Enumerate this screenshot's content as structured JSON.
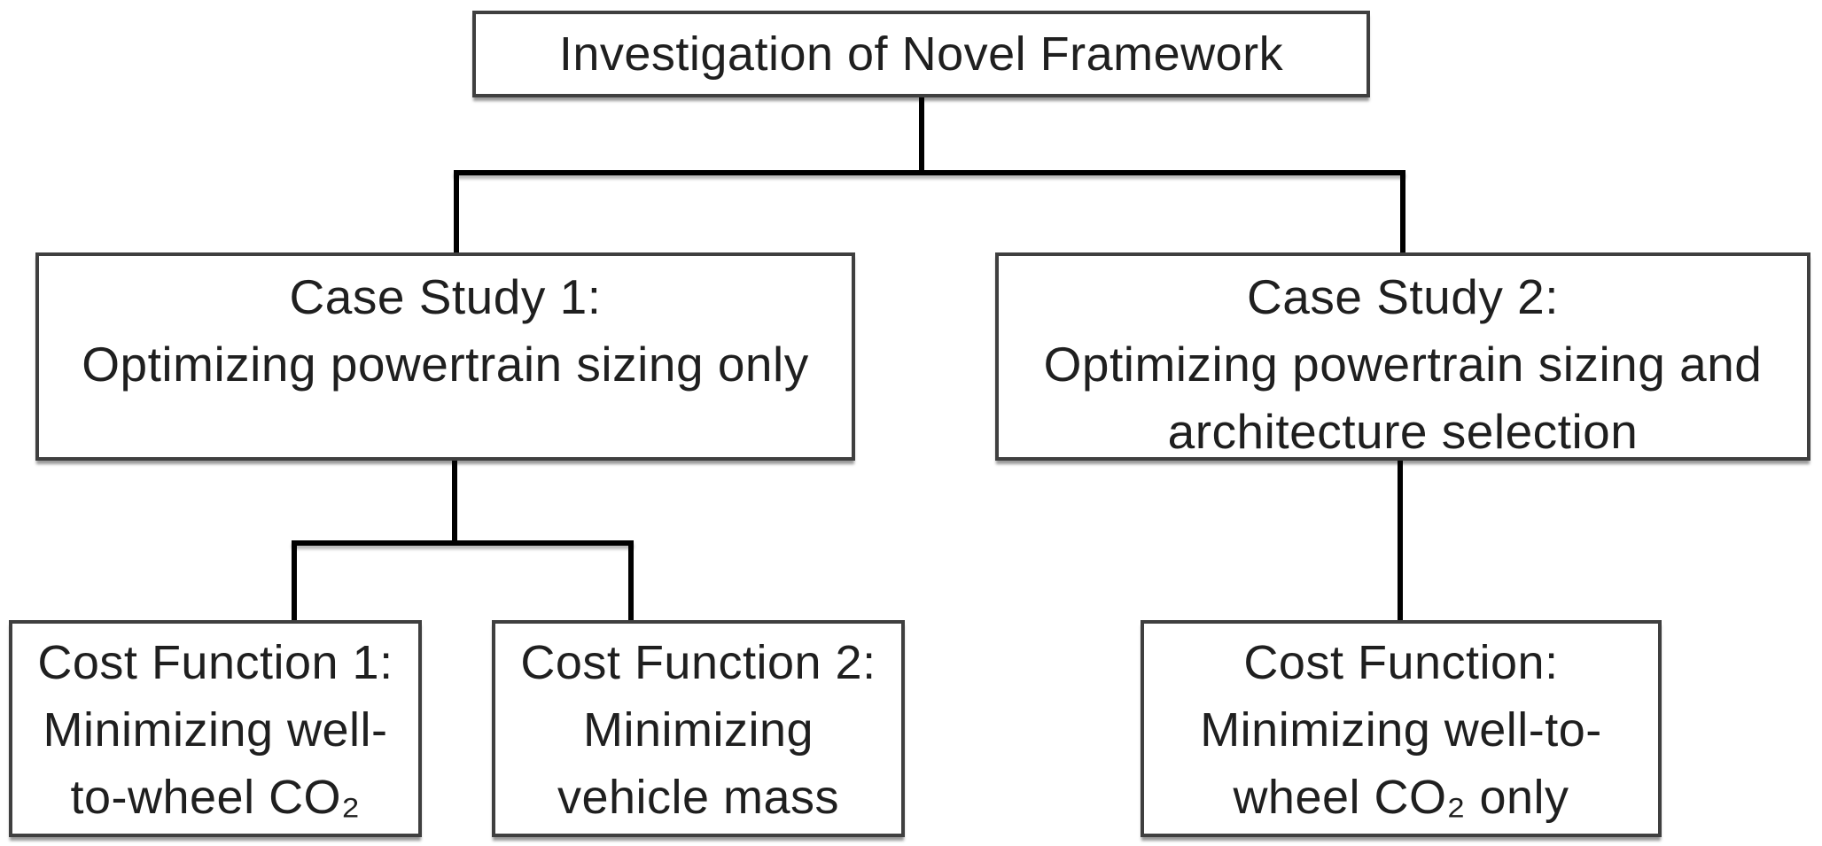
{
  "diagram_title": "Investigation of Novel Framework",
  "nodes": {
    "root": {
      "lines": [
        "Investigation of Novel Framework"
      ]
    },
    "case_study_1": {
      "lines": [
        "Case Study 1:",
        "Optimizing powertrain sizing only"
      ]
    },
    "case_study_2": {
      "lines": [
        "Case Study 2:",
        "Optimizing powertrain sizing and",
        "architecture selection"
      ]
    },
    "cost_function_1": {
      "lines": [
        "Cost Function 1:",
        "Minimizing well-",
        "to-wheel CO₂"
      ]
    },
    "cost_function_2": {
      "lines": [
        "Cost Function 2:",
        "Minimizing",
        "vehicle mass"
      ]
    },
    "cost_function_3": {
      "lines": [
        "Cost Function:",
        "Minimizing well-to-",
        "wheel CO₂ only"
      ]
    }
  },
  "edges": [
    {
      "from": "root",
      "to": "case_study_1"
    },
    {
      "from": "root",
      "to": "case_study_2"
    },
    {
      "from": "case_study_1",
      "to": "cost_function_1"
    },
    {
      "from": "case_study_1",
      "to": "cost_function_2"
    },
    {
      "from": "case_study_2",
      "to": "cost_function_3"
    }
  ],
  "colors": {
    "background": "#ffffff",
    "box_fill": "#ffffff",
    "box_border": "#3f3f3f",
    "text": "#1f1f1f",
    "connector": "#000000"
  }
}
